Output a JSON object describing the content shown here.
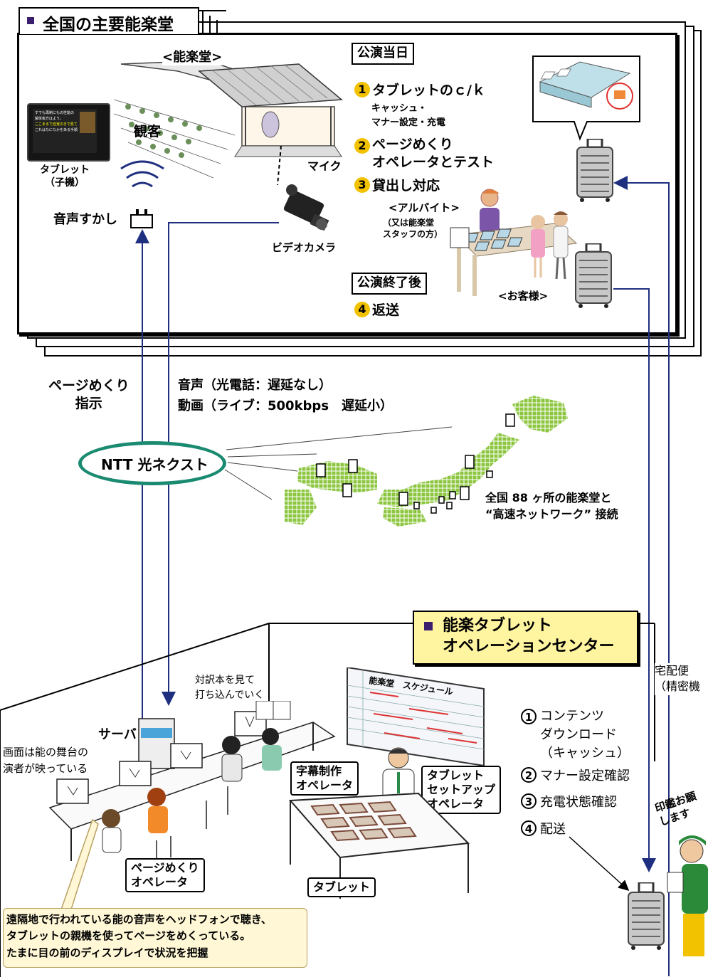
{
  "top": {
    "title": "全国の主要能楽堂",
    "nohgakudo_label": "<能楽堂>",
    "audience_label": "観客",
    "mic_label": "マイク",
    "camera_label": "ビデオカメラ",
    "tablet_label": "タブレット\n（子機）",
    "watermark_label": "音声すかし",
    "tablet_screen_lines": [
      "すでも再制にもの性能の",
      "解体後方はよう。",
      "ここまるで自覚のきで見て",
      "これはなになかをある手順"
    ],
    "perf_day_title": "公演当日",
    "steps": [
      {
        "num": "1",
        "text": "タブレットのｃ/ｋ",
        "sub": "キャッシュ・\nマナー設定・充電"
      },
      {
        "num": "2",
        "text": "ページめくり\nオペレータとテスト"
      },
      {
        "num": "3",
        "text": "貸出し対応"
      }
    ],
    "parttime_label": "<アルバイト>",
    "parttime_sub": "（又は能楽堂\nスタッフの方）",
    "customer_label": "<お客様>",
    "after_title": "公演終了後",
    "after_step": {
      "num": "4",
      "text": "返送"
    }
  },
  "middle": {
    "page_instruction": "ページめくり\n指示",
    "media_line1": "音声（光電話：遅延なし）",
    "media_line2": "動画（ライブ：500kbps　遅延小）",
    "ntt_label": "NTT 光ネクスト",
    "japan_caption": "全国 88 ヶ所の能楽堂と\n“高速ネットワーク” 接続"
  },
  "bottom": {
    "center_title": "能楽タブレット\nオペレーションセンター",
    "note_top": "対訳本を見て\n打ち込んでいく",
    "server_label": "サーバ",
    "screen_note": "画面は能の舞台の\n演者が映っている",
    "subtitle_op": "字幕制作\nオペレータ",
    "setup_op": "タブレット\nセットアップ\nオペレータ",
    "page_op": "ページめくり\nオペレータ",
    "tablet_label": "タブレット",
    "schedule_title": "能楽堂　スケジュール",
    "tasks": [
      {
        "num": "1",
        "text": "コンテンツ\nダウンロード\n（キャッシュ）"
      },
      {
        "num": "2",
        "text": "マナー設定確認"
      },
      {
        "num": "3",
        "text": "充電状態確認"
      },
      {
        "num": "4",
        "text": "配送"
      }
    ],
    "delivery_label": "宅配便\n（精密機",
    "receipt_note": "印鑑お願\nします",
    "remote_note": "遠隔地で行われている能の音声をヘッドフォンで聴き、\nタブレットの親機を使ってページをめくっている。\nたまに目の前のディスプレイで状況を把握"
  },
  "colors": {
    "line": "#1f2f80",
    "ntt_ring": "#1a8a70",
    "map_green": "#8cc63f",
    "title_square": "#3b1f6e",
    "yellow_box": "#fff4a0",
    "note_box": "#fff7d6"
  }
}
